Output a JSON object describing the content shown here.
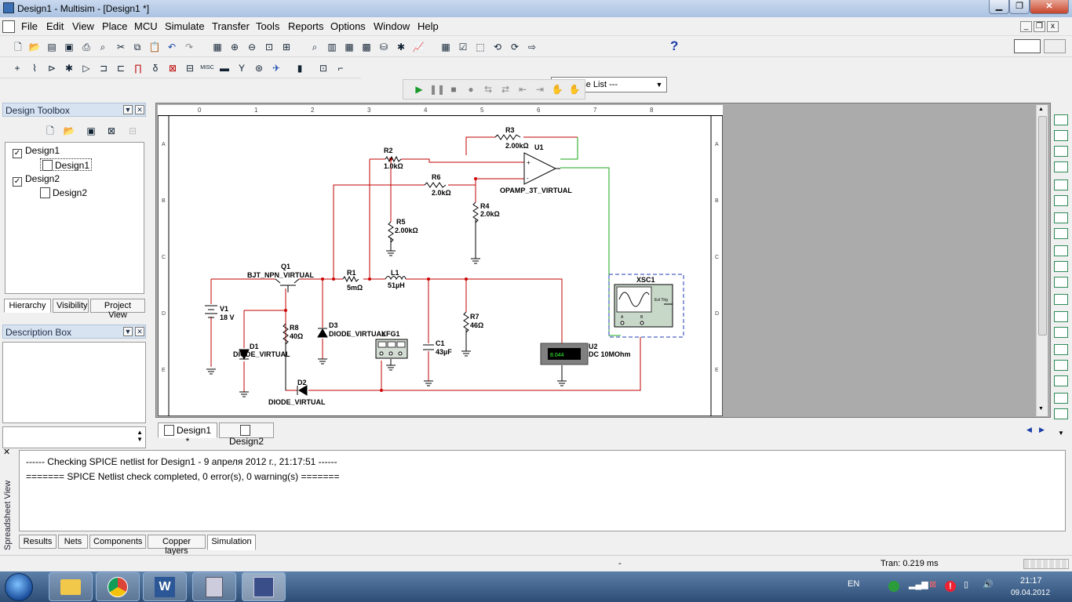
{
  "window": {
    "title": "Design1 - Multisim - [Design1 *]"
  },
  "menu": [
    "File",
    "Edit",
    "View",
    "Place",
    "MCU",
    "Simulate",
    "Transfer",
    "Tools",
    "Reports",
    "Options",
    "Window",
    "Help"
  ],
  "toolbar": {
    "in_use_list": "--- In Use List ---",
    "help": "?"
  },
  "toolbox": {
    "title": "Design Toolbox",
    "tree": [
      {
        "label": "Design1",
        "child": "Design1"
      },
      {
        "label": "Design2",
        "child": "Design2"
      }
    ],
    "tabs": [
      "Hierarchy",
      "Visibility",
      "Project View"
    ]
  },
  "description": {
    "title": "Description Box"
  },
  "schematic": {
    "ruler_cols": [
      "0",
      "1",
      "2",
      "3",
      "4",
      "5",
      "6",
      "7",
      "8"
    ],
    "ruler_rows": [
      "A",
      "B",
      "C",
      "D",
      "E"
    ],
    "components": {
      "R3": "R3",
      "R3v": "2.00kΩ",
      "U1": "U1",
      "U1t": "OPAMP_3T_VIRTUAL",
      "R2": "R2",
      "R2v": "1.0kΩ",
      "R6": "R6",
      "R6v": "2.0kΩ",
      "R4": "R4",
      "R4v": "2.0kΩ",
      "R5": "R5",
      "R5v": "2.00kΩ",
      "Q1": "Q1",
      "Q1t": "BJT_NPN_VIRTUAL",
      "R1": "R1",
      "R1v": "5mΩ",
      "L1": "L1",
      "L1v": "51µH",
      "V1": "V1",
      "V1v": "18 V",
      "R8": "R8",
      "R8v": "40Ω",
      "D3": "D3",
      "D3t": "DIODE_VIRTUAL",
      "XFG1": "XFG1",
      "R7": "R7",
      "R7v": "46Ω",
      "C1": "C1",
      "C1v": "43µF",
      "D1": "D1",
      "D1t": "DIODE_VIRTUAL",
      "D2": "D2",
      "D2t": "DIODE_VIRTUAL",
      "U2": "U2",
      "U2t": "DC  10MOhm",
      "U2val": "8.044",
      "XSC1": "XSC1",
      "ExtTrig": "Ext Trig",
      "chA": "A",
      "chB": "B"
    }
  },
  "design_tabs": [
    "Design1 *",
    "Design2"
  ],
  "output": {
    "side_label": "Spreadsheet View",
    "lines": [
      "------ Checking SPICE netlist for Design1 - 9 апреля 2012 г., 21:17:51 ------",
      "======= SPICE Netlist check completed, 0 error(s), 0 warning(s) ======="
    ],
    "tabs": [
      "Results",
      "Nets",
      "Components",
      "Copper layers",
      "Simulation"
    ]
  },
  "status": {
    "center": "-",
    "tran": "Tran: 0.219 ms"
  },
  "taskbar": {
    "lang": "EN",
    "time": "21:17",
    "date": "09.04.2012"
  }
}
